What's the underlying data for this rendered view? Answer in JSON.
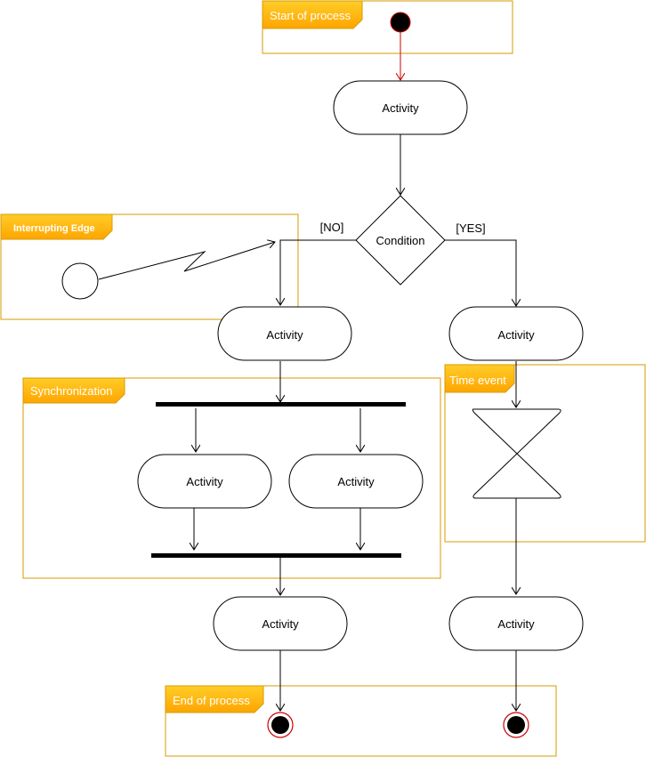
{
  "frames": {
    "start": "Start of process",
    "interrupting": "Interrupting Edge",
    "synchronization": "Synchronization",
    "time_event": "Time event",
    "end": "End of process"
  },
  "nodes": {
    "activity_top": "Activity",
    "condition": "Condition",
    "activity_no": "Activity",
    "activity_yes": "Activity",
    "activity_sync_left": "Activity",
    "activity_sync_right": "Activity",
    "activity_after_sync": "Activity",
    "activity_after_time": "Activity"
  },
  "guards": {
    "no": "[NO]",
    "yes": "[YES]"
  },
  "colors": {
    "frame_border": "#d79b00",
    "frame_tab": "#ffa500",
    "start_arrow": "#cc0000",
    "final_ring": "#cc0000",
    "line": "#000000"
  }
}
